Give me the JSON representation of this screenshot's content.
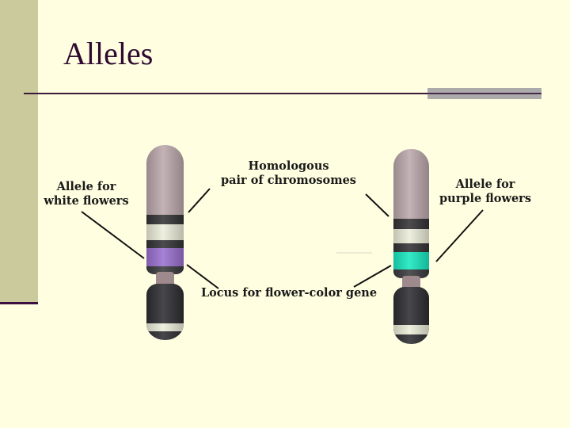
{
  "slide": {
    "title": "Alleles",
    "colors": {
      "background": "#FFFEE0",
      "sidebar": "#CACA9C",
      "title_text": "#2E0A30",
      "rule": "#3A1A38",
      "rule_accent": "#ABABAB"
    }
  },
  "diagram": {
    "labels": {
      "allele_white": [
        "Allele for",
        "white flowers"
      ],
      "homologous": [
        "Homologous",
        "pair of chromosomes"
      ],
      "allele_purple": [
        "Allele for",
        "purple flowers"
      ],
      "locus": "Locus for flower-color gene"
    },
    "chromosomes": [
      {
        "name": "left",
        "allele_color": "#9A70D0",
        "allele": "white flowers"
      },
      {
        "name": "right",
        "allele_color": "#18E8C0",
        "allele": "purple flowers"
      }
    ],
    "band_colors": {
      "upper_arm": "#BBA8AC",
      "dark": "#333336",
      "cream": "#EDEDDA",
      "constriction": "#9E8A8C",
      "lower_arm": "#2E2E32"
    }
  }
}
